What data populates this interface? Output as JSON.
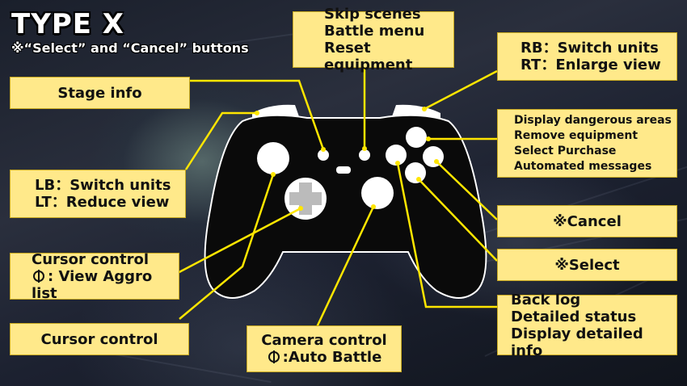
{
  "header": {
    "title": "TYPE X",
    "subtitle": "※“Select” and “Cancel” buttons"
  },
  "labels": {
    "stage_info": "Stage info",
    "skip_scenes": "Skip scenes",
    "battle_menu": "Battle menu",
    "reset_equipment": "Reset equipment",
    "rb": "RB：Switch units",
    "rt": "RT：Enlarge view",
    "lb": "LB：Switch units",
    "lt": "LT：Reduce view",
    "display_dangerous": "Display dangerous areas",
    "remove_equipment": "Remove equipment",
    "select_purchase": "Select Purchase",
    "automated_messages": "Automated messages",
    "cancel": "※Cancel",
    "select": "※Select",
    "cursor_control_1": "Cursor control",
    "view_aggro": ": View Aggro list",
    "cursor_control_2": "Cursor control",
    "camera_control": "Camera control",
    "auto_battle": ":Auto Battle",
    "back_log": "Back log",
    "detailed_status": "Detailed status",
    "display_detailed_info": "Display detailed info"
  },
  "colors": {
    "label_bg": "#ffe98a",
    "connector": "#ffe600",
    "controller_body": "#0a0a0a",
    "button": "#ffffff"
  },
  "icons": {
    "stick_press": "stick-press-icon"
  }
}
